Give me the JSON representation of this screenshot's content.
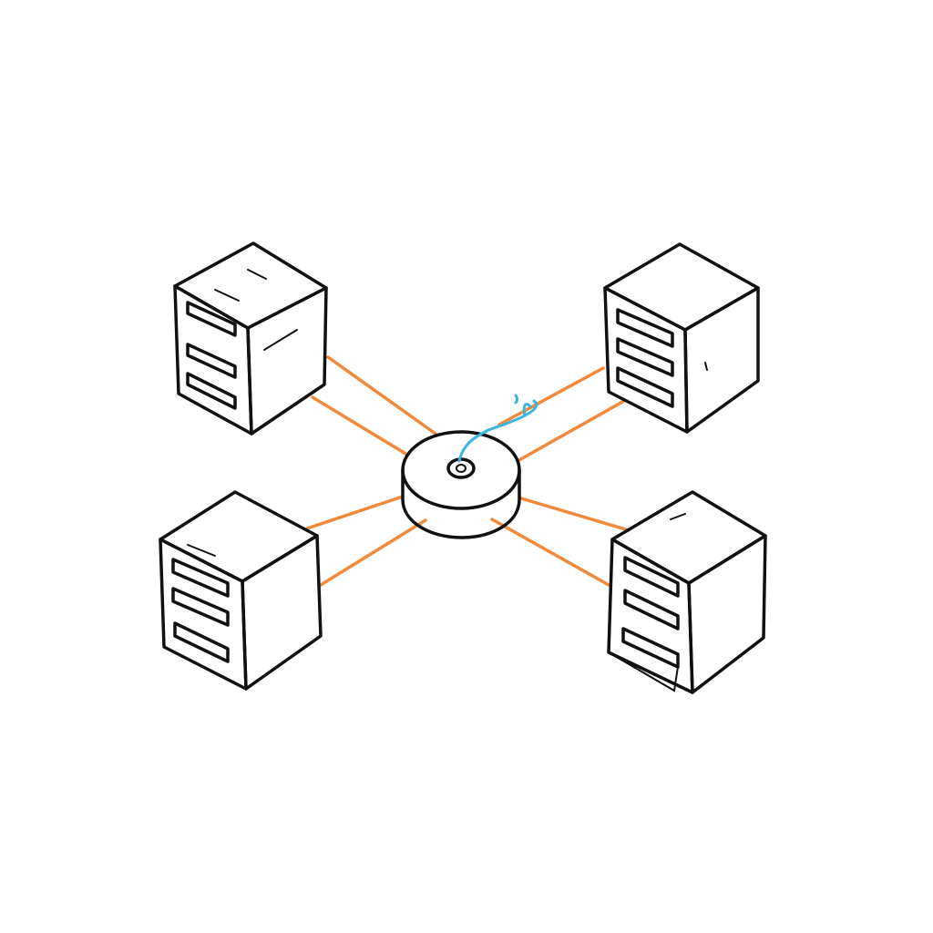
{
  "diagram": {
    "type": "hub-and-spoke network",
    "hub": {
      "icon": "network-hub-icon",
      "has_signal": true
    },
    "nodes": [
      {
        "id": "server-top-left",
        "icon": "server-icon",
        "position": "top-left"
      },
      {
        "id": "server-top-right",
        "icon": "server-icon",
        "position": "top-right"
      },
      {
        "id": "server-bottom-left",
        "icon": "server-icon",
        "position": "bottom-left"
      },
      {
        "id": "server-bottom-right",
        "icon": "server-icon",
        "position": "bottom-right"
      }
    ],
    "links": [
      {
        "from": "server-top-left",
        "to": "hub",
        "count": 2
      },
      {
        "from": "server-top-right",
        "to": "hub",
        "count": 2
      },
      {
        "from": "server-bottom-left",
        "to": "hub",
        "count": 2
      },
      {
        "from": "server-bottom-right",
        "to": "hub",
        "count": 2
      }
    ],
    "colors": {
      "outline": "#111111",
      "link": "#f08a3a",
      "signal": "#3bb4e0",
      "cube_fill": "#ffffff",
      "background": "#ffffff"
    }
  }
}
